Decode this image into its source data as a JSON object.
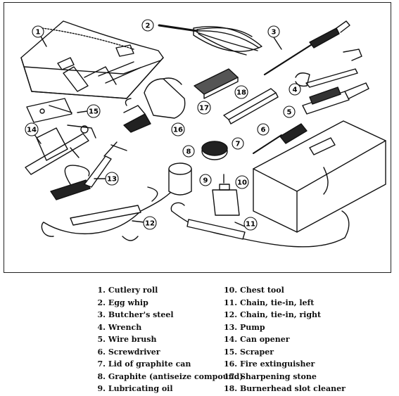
{
  "figure": {
    "callouts": [
      "1",
      "2",
      "3",
      "4",
      "5",
      "6",
      "7",
      "8",
      "9",
      "10",
      "11",
      "12",
      "13",
      "14",
      "15",
      "16",
      "17",
      "18"
    ]
  },
  "legend": {
    "left": [
      {
        "num": "1.",
        "label": "Cutlery roll"
      },
      {
        "num": "2.",
        "label": "Egg whip"
      },
      {
        "num": "3.",
        "label": "Butcher's steel"
      },
      {
        "num": "4.",
        "label": "Wrench"
      },
      {
        "num": "5.",
        "label": "Wire brush"
      },
      {
        "num": "6.",
        "label": "Screwdriver"
      },
      {
        "num": "7.",
        "label": "Lid of graphite can"
      },
      {
        "num": "8.",
        "label": "Graphite (antiseize compound)"
      },
      {
        "num": "9.",
        "label": "Lubricating oil"
      }
    ],
    "right": [
      {
        "num": "10.",
        "label": "Chest tool"
      },
      {
        "num": "11.",
        "label": "Chain, tie-in, left"
      },
      {
        "num": "12.",
        "label": "Chain, tie-in, right"
      },
      {
        "num": "13.",
        "label": "Pump"
      },
      {
        "num": "14.",
        "label": "Can opener"
      },
      {
        "num": "15.",
        "label": "Scraper"
      },
      {
        "num": "16.",
        "label": "Fire extinguisher"
      },
      {
        "num": "17.",
        "label": "Sharpening stone"
      },
      {
        "num": "18.",
        "label": "Burnerhead slot cleaner"
      }
    ]
  }
}
